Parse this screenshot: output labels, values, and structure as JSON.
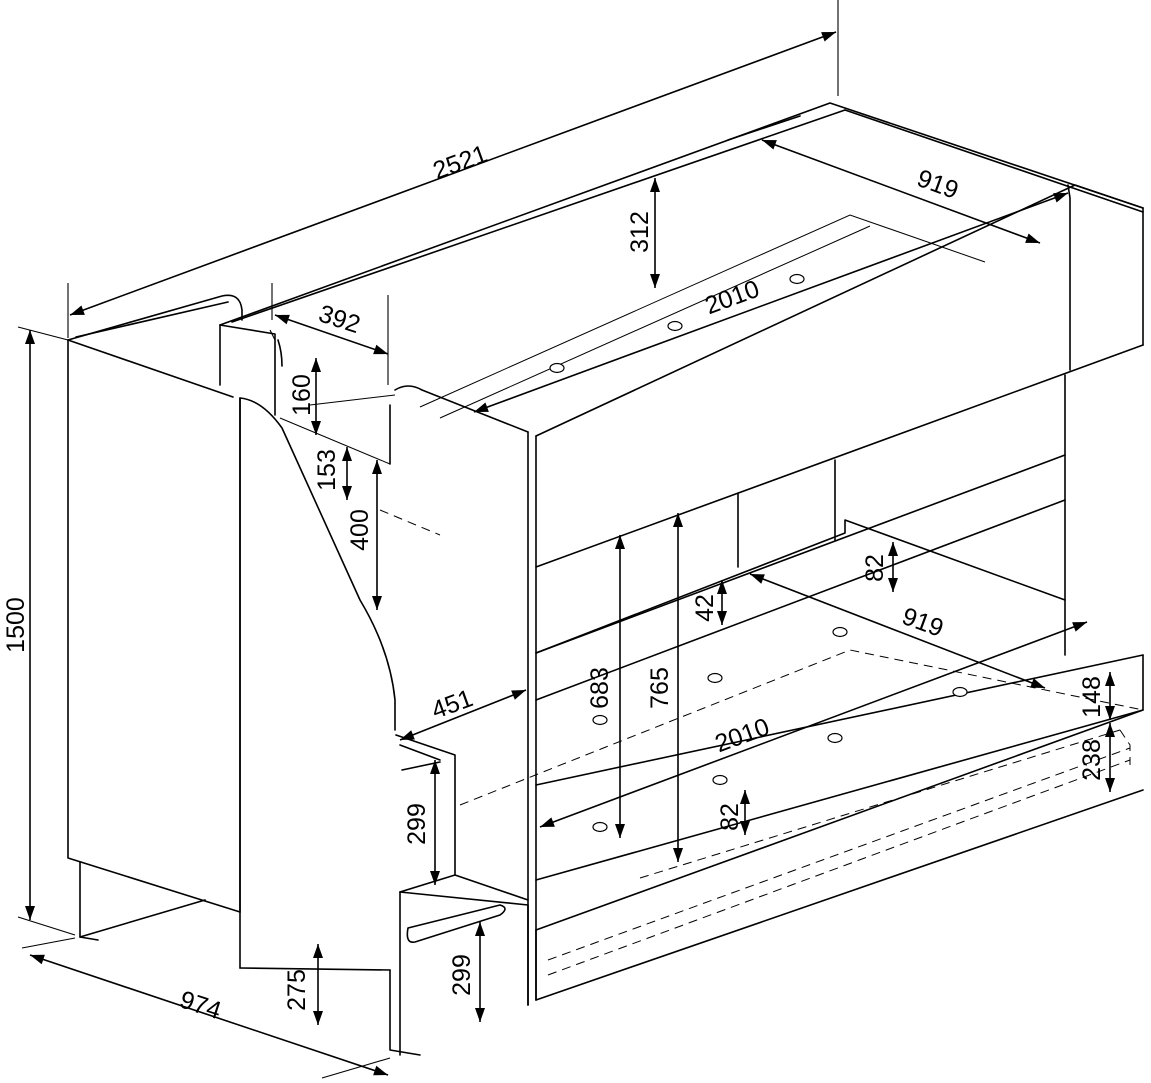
{
  "dimensions": {
    "overall_length": "2521",
    "overall_height": "1500",
    "overall_depth": "974",
    "upper_rail_height": "312",
    "upper_inner_width": "919",
    "upper_inner_length": "2010",
    "stair_opening_width": "392",
    "stair_opening_depth": "160",
    "upper_rail_drop": "153",
    "stair_step_rise_top": "400",
    "stair_width": "451",
    "stair_step_rise_mid": "299",
    "stair_step_rise_bottom": "299",
    "bottom_leg_height": "275",
    "lower_clearance_683": "683",
    "lower_clearance_765": "765",
    "lower_rail_42": "42",
    "lower_rail_82_back": "82",
    "lower_rail_82_front": "82",
    "lower_inner_width": "919",
    "lower_inner_length": "2010",
    "trundle_front_148": "148",
    "trundle_height_238": "238"
  },
  "style": {
    "line_color": "#000000",
    "background": "#ffffff"
  }
}
